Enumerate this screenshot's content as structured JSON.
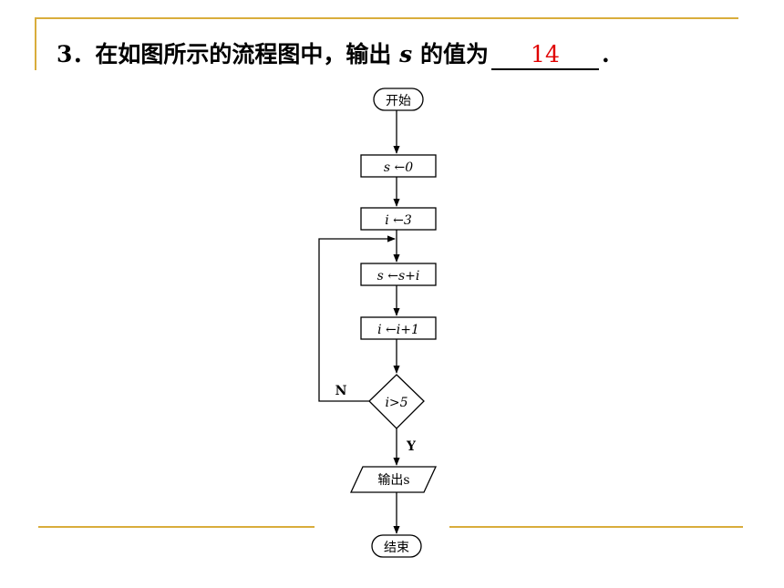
{
  "question": {
    "number": "3",
    "text_before": "．在如图所示的流程图中，输出",
    "variable": "s",
    "text_after": "的值为",
    "answer": "14",
    "end_mark": "."
  },
  "flowchart": {
    "start": "开始",
    "assign_s": "s ←0",
    "assign_i": "i ←3",
    "update_s": "s ←s+i",
    "update_i": "i ←i+1",
    "condition": "i>5",
    "no_label": "N",
    "yes_label": "Y",
    "output": "输出s",
    "end": "结束"
  }
}
